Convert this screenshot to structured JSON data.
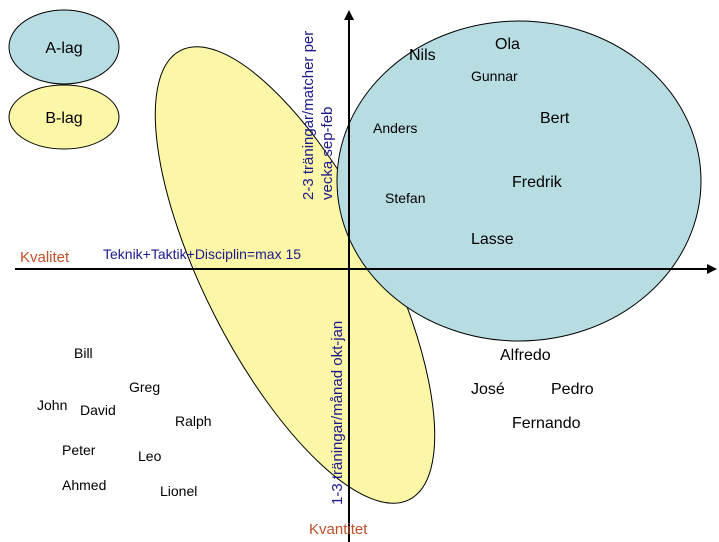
{
  "legend": {
    "a_lag": "A-lag",
    "b_lag": "B-lag"
  },
  "axes": {
    "x_label": "Kvalitet",
    "x_sublabel": "Teknik+Taktik+Disciplin=max 15",
    "y_bottom_label": "Kvantitet",
    "y_upper_text_line1": "2-3 träningar/matcher per",
    "y_upper_text_line2": "vecka sep-feb",
    "y_lower_text": "1-3 träningar/månad okt-jan"
  },
  "players": {
    "nils": "Nils",
    "ola": "Ola",
    "gunnar": "Gunnar",
    "anders": "Anders",
    "bert": "Bert",
    "fredrik": "Fredrik",
    "stefan": "Stefan",
    "lasse": "Lasse",
    "alfredo": "Alfredo",
    "jose": "José",
    "pedro": "Pedro",
    "fernando": "Fernando",
    "bill": "Bill",
    "greg": "Greg",
    "john": "John",
    "david": "David",
    "ralph": "Ralph",
    "peter": "Peter",
    "leo": "Leo",
    "ahmed": "Ahmed",
    "lionel": "Lionel"
  },
  "colors": {
    "a_lag_fill": "#b7dde3",
    "b_lag_fill": "#fbf7a6",
    "outline": "#000000",
    "label_red": "#c0502a",
    "label_blue": "#1c1a8a"
  }
}
